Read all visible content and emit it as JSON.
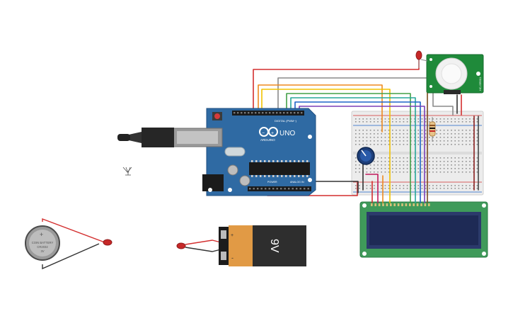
{
  "arduino": {
    "brand": "ARDUINO",
    "model": "UNO",
    "digital_label": "DIGITAL (PWM~)",
    "power_label": "POWER",
    "analog_label": "ANALOG IN"
  },
  "pir_sensor": {
    "side_label": "HC-SR501"
  },
  "battery_9v": {
    "label": "9V",
    "plus": "+",
    "minus": "-"
  },
  "coin_battery": {
    "plus": "+",
    "line1": "COIN BATTERY",
    "line2": "CR2032",
    "line3": "3V"
  },
  "colors": {
    "arduino_board": "#2f6aa3",
    "breadboard": "#ececec",
    "lcd_pcb": "#3f9a5a",
    "lcd_screen": "#1e2a55",
    "pir_pcb": "#1f8a3a",
    "battery_orange": "#e19a45",
    "battery_dark": "#2e2e2e",
    "led_red": "#c62828",
    "wire_red": "#d32f2f",
    "wire_gray": "#8a8a8a",
    "wire_yellow": "#f2c200",
    "wire_orange": "#ef8a1f",
    "wire_green": "#43a047",
    "wire_teal": "#26a69a",
    "wire_blue": "#1e63c8",
    "wire_purple": "#7b3fb5",
    "wire_black": "#333333",
    "wire_magenta": "#c2185b"
  }
}
